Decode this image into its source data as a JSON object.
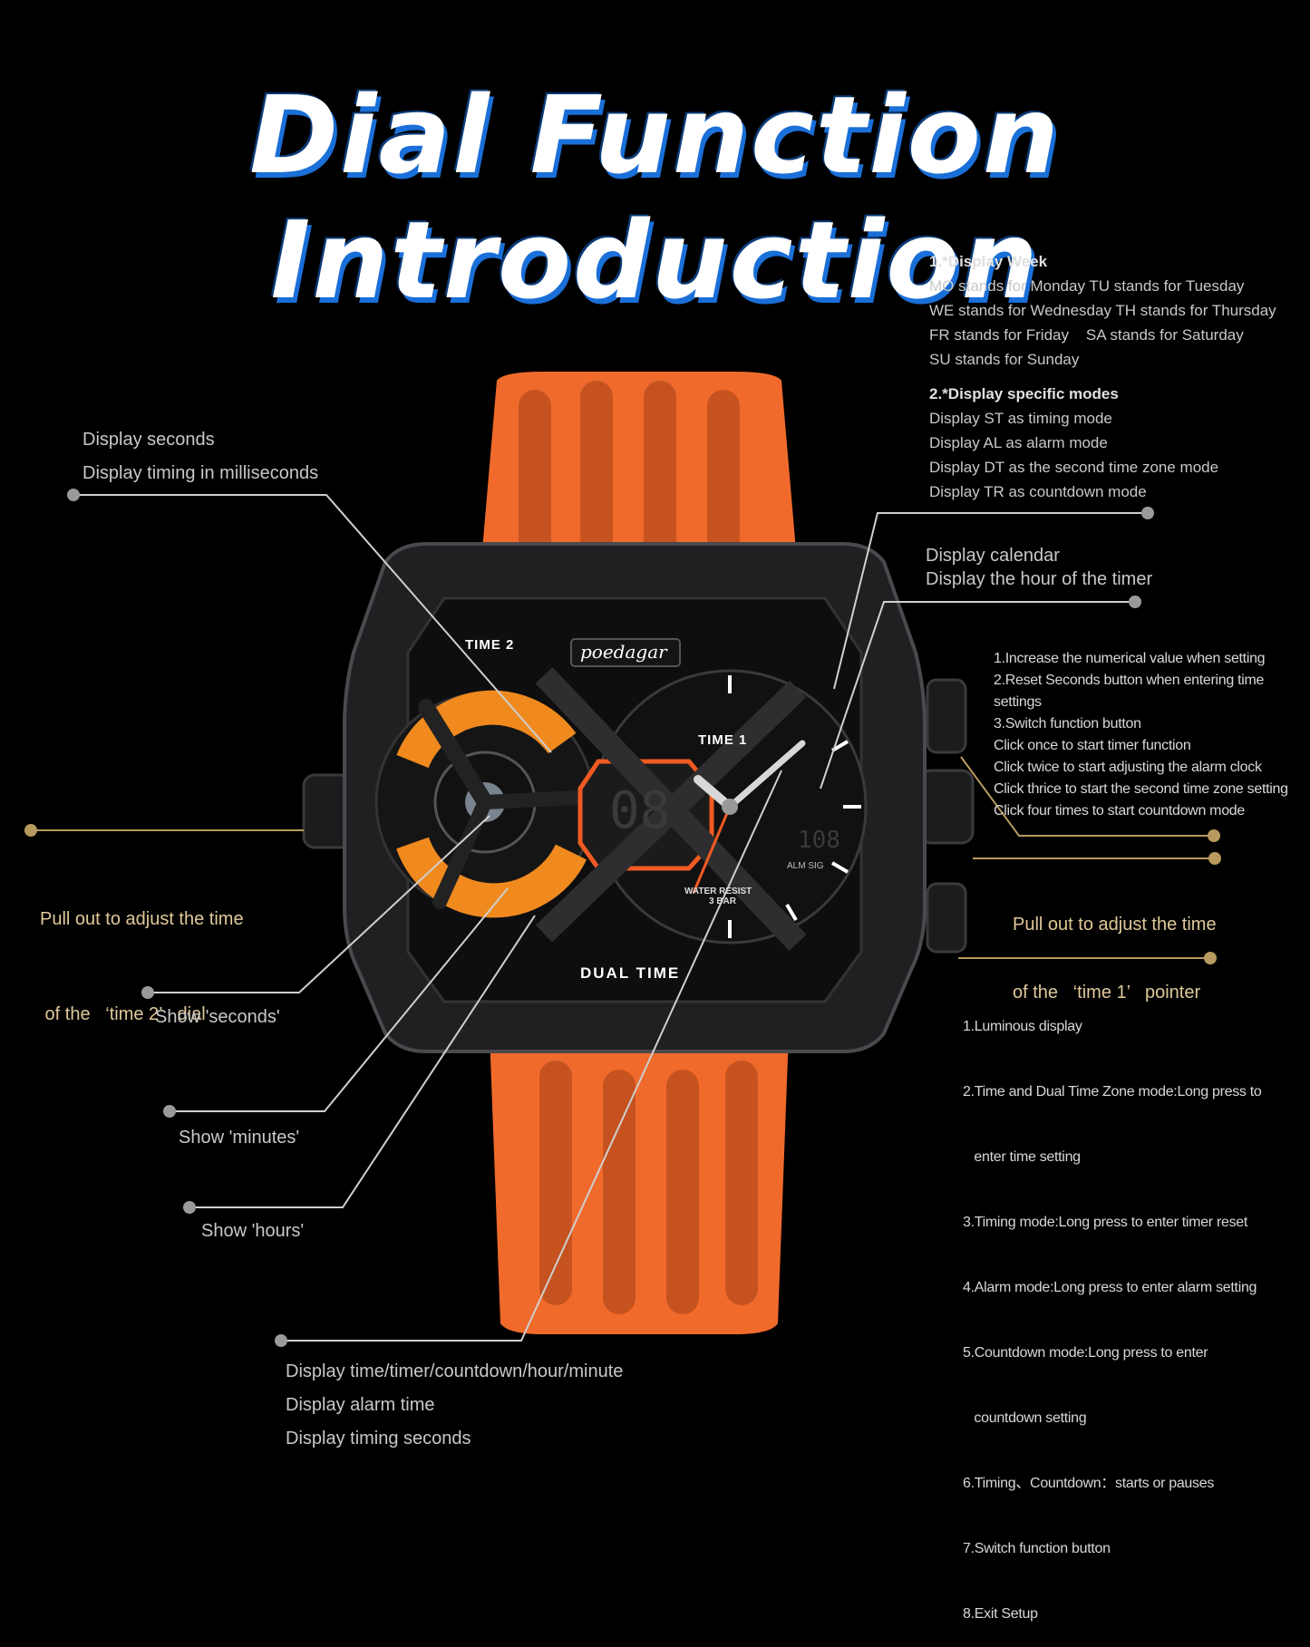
{
  "title": "Dial Function Introduction",
  "brand": "poedagar",
  "dial": {
    "time2": "TIME 2",
    "time1": "TIME 1",
    "dual_time": "DUAL TIME",
    "water": "WATER RESIST",
    "bar": "3 BAR",
    "almsig": "ALM SIG",
    "digits": "08",
    "subdigits": "108"
  },
  "week": {
    "heading": "1.*Display Week",
    "lines": [
      "MO stands for Monday  TU stands for Tuesday",
      "WE stands for Wednesday  TH stands for Thursday",
      "FR stands for Friday    SA stands for Saturday",
      "SU stands for Sunday"
    ]
  },
  "modes": {
    "heading": "2.*Display specific modes",
    "lines": [
      "Display ST as timing mode",
      "Display AL as alarm mode",
      "Display DT as the second time zone mode",
      "Display TR as countdown mode"
    ]
  },
  "seconds_label": {
    "lines": [
      "Display seconds",
      "Display timing in milliseconds"
    ]
  },
  "calendar_label": {
    "lines": [
      "Display calendar",
      "Display the hour of the timer"
    ]
  },
  "top_button": {
    "lines": [
      "1.Increase the numerical value when setting",
      "2.Reset Seconds button when entering time settings",
      "3.Switch function button",
      "Click once to start timer function",
      "Click twice to start adjusting the alarm clock",
      "Click thrice to start the second time zone setting",
      "Click four times to start countdown mode"
    ]
  },
  "crown_left": {
    "lines": [
      "Pull out to adjust the time",
      " of the   ‘time 2’   dial"
    ]
  },
  "crown_right": {
    "lines": [
      "Pull out to adjust the time",
      "of the   ‘time 1’   pointer"
    ]
  },
  "bottom_button": {
    "lines": [
      "1.Luminous display",
      "2.Time and Dual Time Zone mode:Long press to",
      "   enter time setting",
      "3.Timing mode:Long press to enter timer reset",
      "4.Alarm mode:Long press to enter alarm setting",
      "5.Countdown mode:Long press to enter",
      "   countdown setting",
      "6.Timing、Countdown：starts or pauses",
      "7.Switch function button",
      "8.Exit Setup"
    ]
  },
  "show_seconds": "Show 'seconds'",
  "show_minutes": "Show 'minutes'",
  "show_hours": "Show 'hours'",
  "bottom_label": {
    "lines": [
      "Display time/timer/countdown/hour/minute",
      "Display alarm time",
      "Display timing seconds"
    ]
  },
  "colors": {
    "strap": "#f06a2c",
    "case": "#1c1c1e",
    "accent": "#1a6fd8",
    "gold": "#e0c99a"
  }
}
